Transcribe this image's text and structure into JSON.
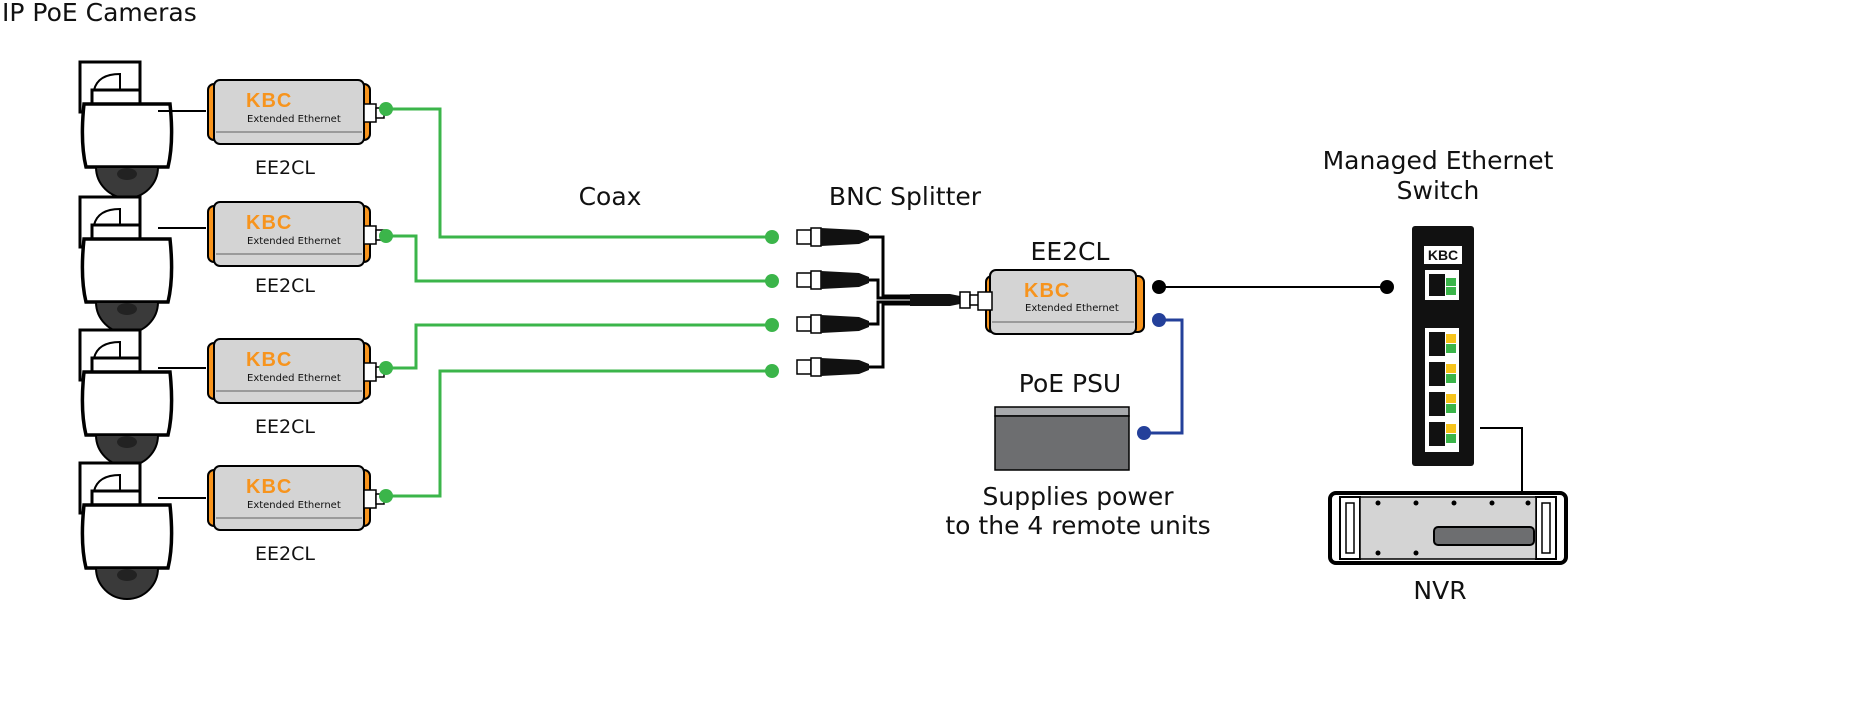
{
  "title": "IP PoE Cameras",
  "labels": {
    "coax": "Coax",
    "bnc_splitter": "BNC Splitter",
    "central_unit": "EE2CL",
    "switch_line1": "Managed Ethernet",
    "switch_line2": "Switch",
    "psu": "PoE PSU",
    "psu_note_line1": "Supplies power",
    "psu_note_line2": "to the 4 remote units",
    "nvr": "NVR"
  },
  "remote_units": [
    {
      "label": "EE2CL",
      "brand": "KBC",
      "subtitle": "Extended Ethernet"
    },
    {
      "label": "EE2CL",
      "brand": "KBC",
      "subtitle": "Extended Ethernet"
    },
    {
      "label": "EE2CL",
      "brand": "KBC",
      "subtitle": "Extended Ethernet"
    },
    {
      "label": "EE2CL",
      "brand": "KBC",
      "subtitle": "Extended Ethernet"
    }
  ],
  "central_device": {
    "brand": "KBC",
    "subtitle": "Extended Ethernet"
  },
  "switch_device": {
    "brand": "KBC"
  },
  "colors": {
    "coax": "#3bb54a",
    "power": "#24409a",
    "ethernet": "#111111",
    "device_orange": "#f7941d",
    "device_gray": "#d4d4d4",
    "psu_gray": "#6d6e70"
  }
}
